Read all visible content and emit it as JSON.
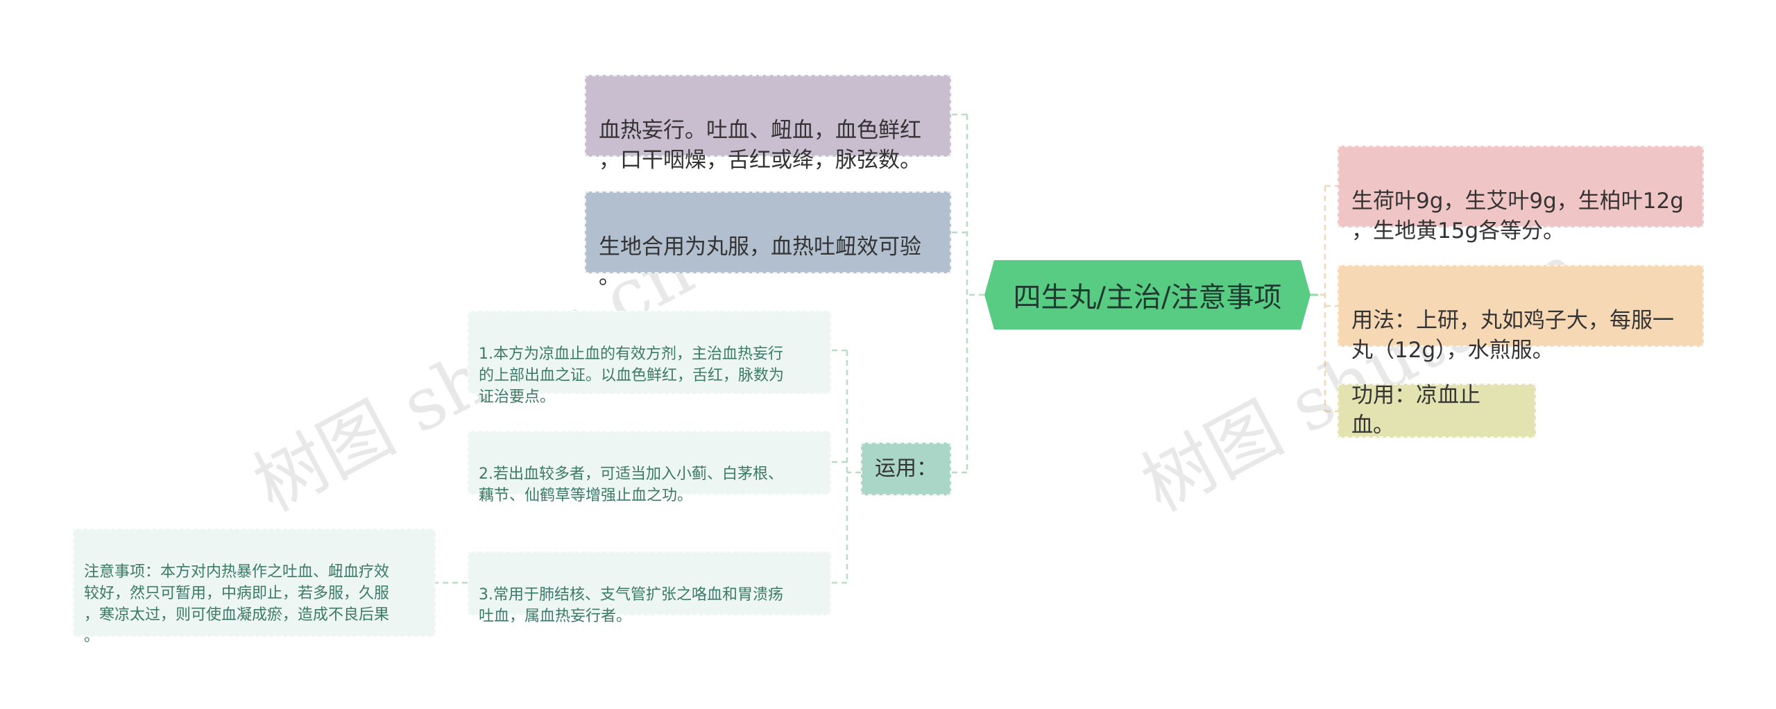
{
  "root": {
    "label": "四生丸/主治/注意事项"
  },
  "left_nodes": [
    {
      "text": "血热妄行。吐血、衄血，血色鲜红\n，口干咽燥，舌红或绛，脉弦数。",
      "bg": "#c9bed0"
    },
    {
      "text": "生地合用为丸服，血热吐衄效可验\n。",
      "bg": "#b1bfcf"
    }
  ],
  "yunyong": {
    "label": "运用：",
    "bg": "#a9d6c7",
    "items": [
      "1.本方为凉血止血的有效方剂，主治血热妄行\n的上部出血之证。以血色鲜红，舌红，脉数为\n证治要点。",
      "2.若出血较多者，可适当加入小蓟、白茅根、\n藕节、仙鹤草等增强止血之功。",
      "3.常用于肺结核、支气管扩张之咯血和胃溃疡\n吐血，属血热妄行者。"
    ],
    "note": "注意事项：本方对内热暴作之吐血、衄血疗效\n较好，然只可暂用，中病即止，若多服，久服\n，寒凉太过，则可使血凝成瘀，造成不良后果\n。"
  },
  "right_nodes": [
    {
      "text": "生荷叶9g，生艾叶9g，生柏叶12g\n，生地黄15g各等分。",
      "bg": "#efc5c5"
    },
    {
      "text": "用法：上研，丸如鸡子大，每服一\n丸（12g），水煎服。",
      "bg": "#f7d8b5"
    },
    {
      "text": "功用：凉血止血。",
      "bg": "#e2e3b0"
    }
  ],
  "watermark": "树图 shutu.cn",
  "colors": {
    "root": "#57cc82",
    "left_edge": "#b9dcc8",
    "right_edge": "#f0d7b5",
    "green_edge": "#8fd8a8",
    "small_bg": "#edf6f3",
    "small_text": "#3b7a66"
  }
}
